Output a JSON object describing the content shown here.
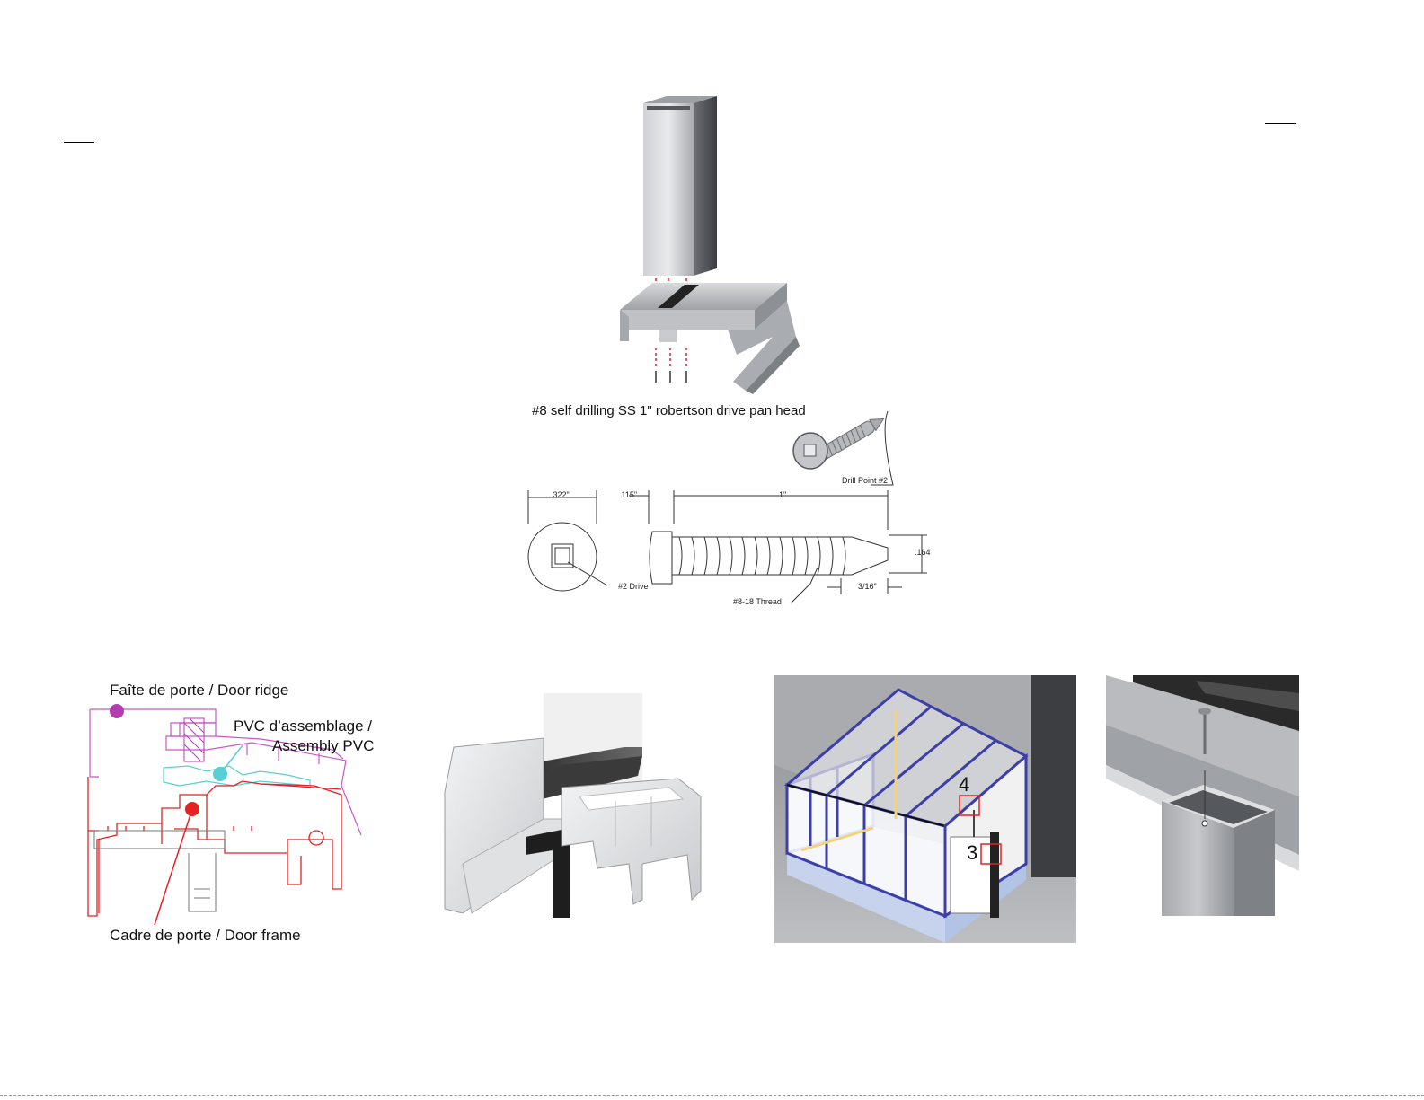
{
  "top_assembly": {
    "screw_caption": "#8 self drilling SS 1\" robertson drive pan head",
    "drill_point_label": "Drill Point #2",
    "dim_head_diameter": ".322\"",
    "dim_head_height": ".115\"",
    "dim_length": "1\"",
    "dim_diameter": ".164",
    "dim_point_length": "3/16\"",
    "drive_label": "#2 Drive",
    "thread_label": "#8-18 Thread"
  },
  "profile_diagram": {
    "door_ridge_label": "Faîte de porte / Door ridge",
    "assembly_pvc_label_line1": "PVC d’assemblage /",
    "assembly_pvc_label_line2": "Assembly PVC",
    "door_frame_label": "Cadre de porte / Door frame",
    "colors": {
      "door_ridge": "#b23fb0",
      "assembly_pvc": "#58cfd0",
      "door_frame": "#e32222"
    }
  },
  "sunroom_diagram": {
    "callout_4": "4",
    "callout_3": "3",
    "frame_color": "#3b3fa8"
  }
}
